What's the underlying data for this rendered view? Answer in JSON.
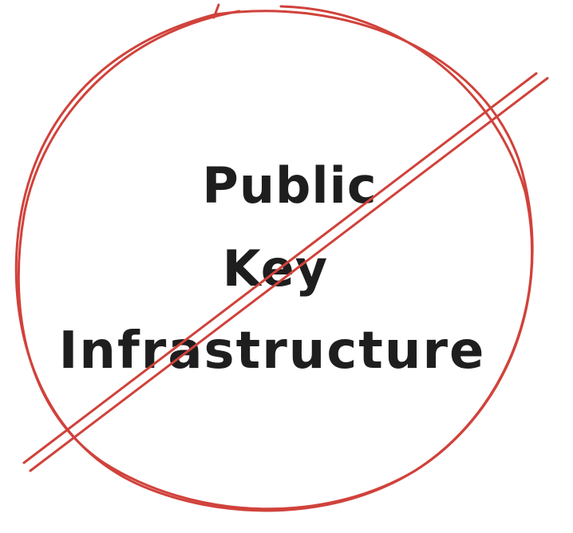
{
  "text": {
    "line1": "Public",
    "line2": "Key",
    "line3": "Infrastructure"
  },
  "colors": {
    "stroke": "#d0423b",
    "text": "#1e1e1e"
  },
  "icon": "prohibited-sign"
}
